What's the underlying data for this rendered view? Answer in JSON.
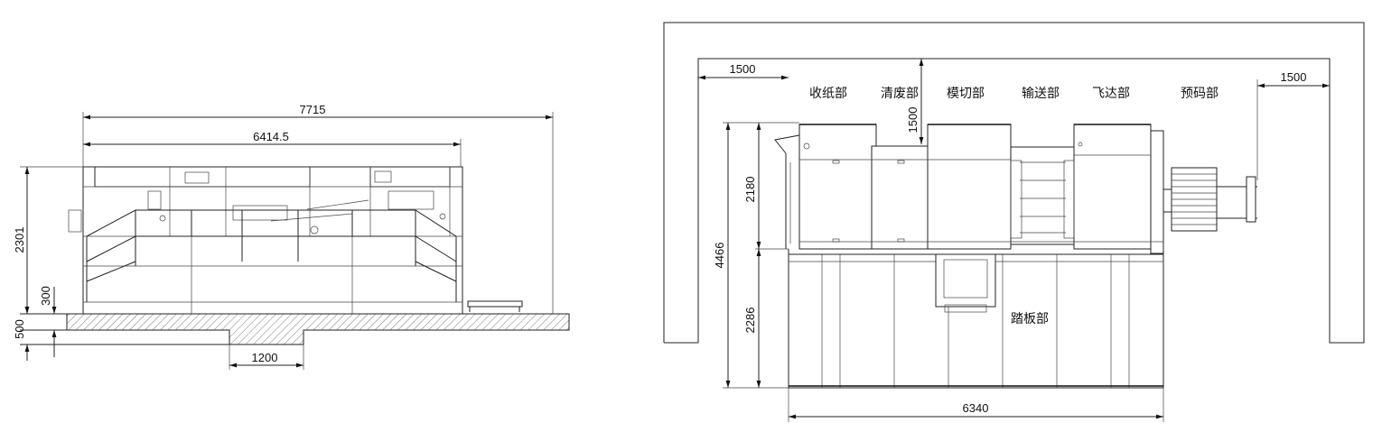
{
  "dimensions": {
    "overall_length": "7715",
    "machine_length": "6414.5",
    "total_height": "2301",
    "step_height": "300",
    "foundation_depth": "500",
    "pit_width": "1200",
    "clearance_left": "1500",
    "clearance_right": "1500",
    "clearance_top": "1500",
    "upper_height": "2180",
    "overall_width": "4466",
    "lower_height": "2286",
    "plan_length": "6340"
  },
  "sections": {
    "delivery": "收纸部",
    "stripping": "清废部",
    "die_cutting": "模切部",
    "conveying": "输送部",
    "feeder": "飞达部",
    "pre_feeder": "预码部",
    "platform": "踏板部"
  }
}
